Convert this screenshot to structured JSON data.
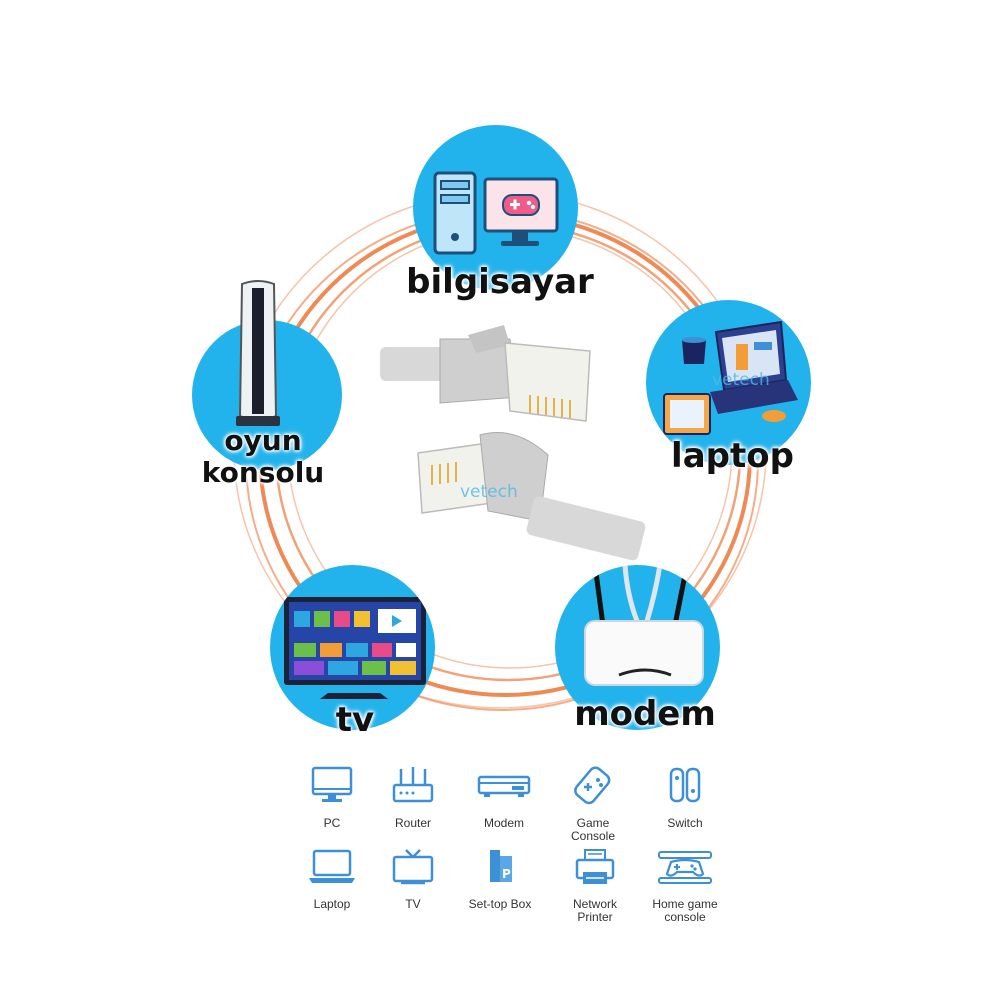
{
  "labels": {
    "pc": "bilgisayar",
    "laptop": "laptop",
    "console_line1": "oyun",
    "console_line2": "konsolu",
    "tv": "tv",
    "modem": "modem"
  },
  "watermark": {
    "brand_top": "vetech",
    "brand_center": "vetech"
  },
  "compat_grid": [
    {
      "label": "PC",
      "icon": "pc-icon"
    },
    {
      "label": "Router",
      "icon": "router-icon"
    },
    {
      "label": "Modem",
      "icon": "modem-icon"
    },
    {
      "label": "Game\nConsole",
      "icon": "gamepad-icon"
    },
    {
      "label": "Switch",
      "icon": "switch-icon"
    },
    {
      "label": "Laptop",
      "icon": "laptop-icon"
    },
    {
      "label": "TV",
      "icon": "tv-icon"
    },
    {
      "label": "Set-top Box",
      "icon": "settop-box-icon"
    },
    {
      "label": "Network\nPrinter",
      "icon": "printer-icon"
    },
    {
      "label": "Home game\nconsole",
      "icon": "home-console-icon"
    }
  ],
  "colors": {
    "circle": "#23b3ec",
    "ring": "#f08a55",
    "icon_blue": "#3d8fd6"
  }
}
